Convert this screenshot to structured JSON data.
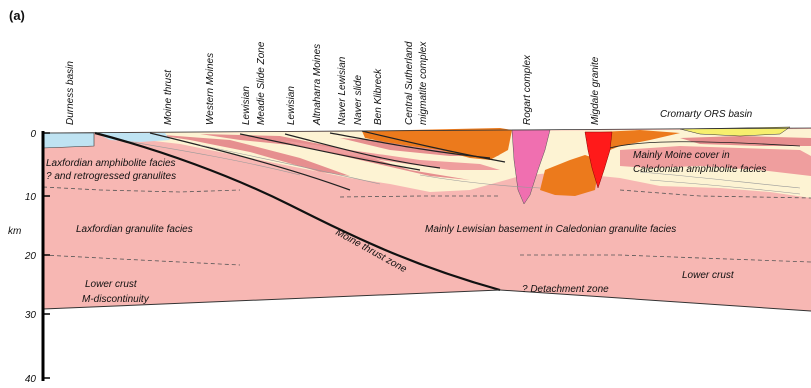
{
  "panel_label": "(a)",
  "axis": {
    "unit": "km",
    "ticks": [
      "0",
      "10",
      "20",
      "30",
      "40"
    ]
  },
  "top_labels": [
    "Durness basin",
    "Moine thrust",
    "Western Moines",
    "Lewisian",
    "Meadie Slide Zone",
    "Lewisian",
    "Altnaharra Moines",
    "Naver Lewisian",
    "Naver slide",
    "Ben Klibreck",
    "Central Sutherland",
    "migmatite complex",
    "Rogart complex",
    "Migdale granite"
  ],
  "cromarty_label": "Cromarty ORS basin",
  "section_labels": {
    "laxfordian_amph_1": "Laxfordian amphibolite facies",
    "laxfordian_amph_2": "? and retrogressed granulites",
    "laxfordian_granulite": "Laxfordian granulite facies",
    "lower_crust_left": "Lower crust",
    "m_discontinuity": "M-discontinuity",
    "moine_thrust_zone": "Moine thrust zone",
    "lewisian_basement": "Mainly Lewisian basement in Caledonian granulite facies",
    "detachment_zone": "? Detachment zone",
    "lower_crust_right": "Lower crust",
    "moine_cover_1": "Mainly Moine cover in",
    "moine_cover_2": "Caledonian amphibolite facies"
  },
  "colors": {
    "basement_pink": "#f7b7b3",
    "cover_cream": "#fdf3d3",
    "moine_pink": "#e68f8f",
    "basin_blue": "#bfe3f2",
    "orange": "#ec7a1c",
    "rogart_pink": "#f06fb0",
    "granite_red": "#ff1a1a",
    "cromarty_yellow": "#f7ef6e"
  }
}
